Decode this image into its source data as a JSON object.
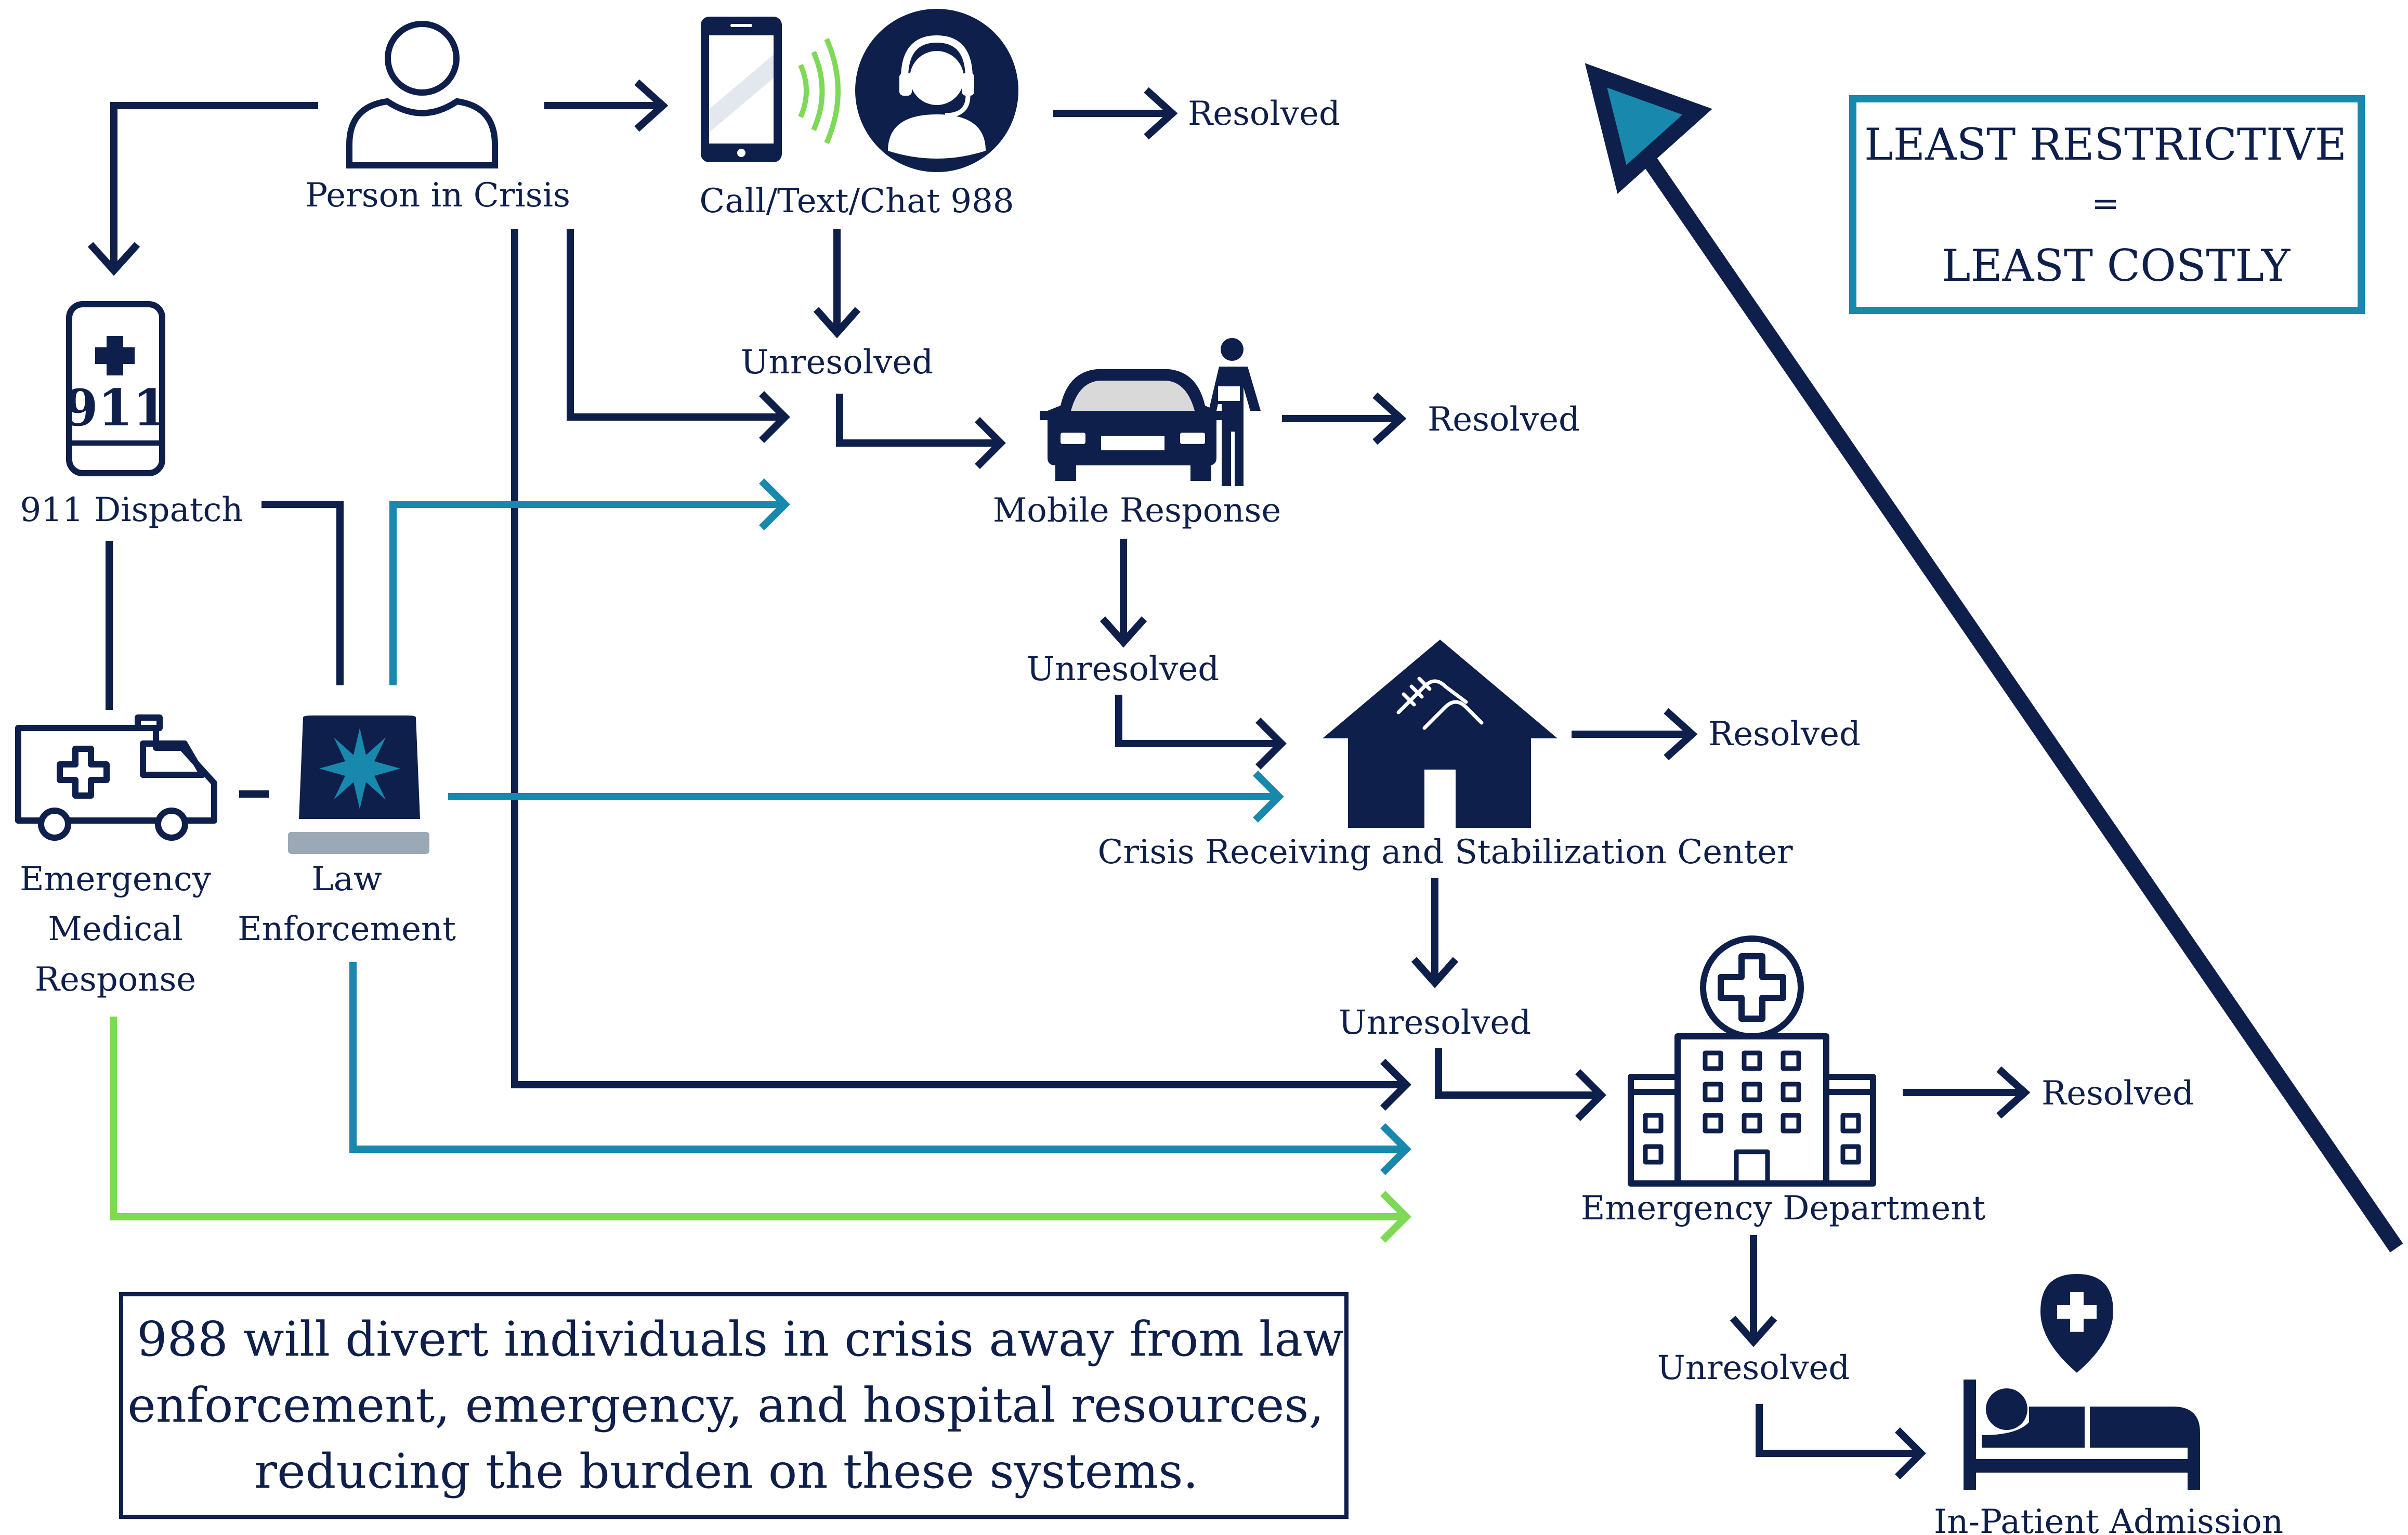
{
  "colors": {
    "navy": "#0f1f4b",
    "teal": "#1889ac",
    "green": "#7ed957",
    "gray": "#9aa9b5",
    "white": "#ffffff"
  },
  "nodes": {
    "person": "Person in Crisis",
    "call988": "Call/Text/Chat 988",
    "dispatch911": "911 Dispatch",
    "ems": [
      "Emergency",
      "Medical",
      "Response"
    ],
    "law": [
      "Law",
      "Enforcement"
    ],
    "mobile": "Mobile Response",
    "crisis_center": "Crisis Receiving and Stabilization Center",
    "ed": "Emergency Department",
    "inpatient": "In-Patient Admission"
  },
  "outcomes": {
    "resolved": "Resolved",
    "unresolved": "Unresolved"
  },
  "icons": {
    "person": "person-icon",
    "phone": "smartphone-icon",
    "headset": "headset-agent-icon",
    "phone911": "911-phone-icon",
    "ambulance": "ambulance-icon",
    "siren": "police-siren-icon",
    "car": "car-icon",
    "responder": "responder-icon",
    "house": "house-handshake-icon",
    "hospital": "hospital-icon",
    "bed": "hospital-bed-icon",
    "pin": "medical-pin-icon"
  },
  "phone911_text": "911",
  "restrictive_box": {
    "line1": "LEAST RESTRICTIVE",
    "line2": "=",
    "line3": "LEAST COSTLY"
  },
  "note": [
    "988 will divert individuals in crisis away from law",
    "enforcement, emergency, and hospital resources,",
    "reducing the burden on these systems."
  ]
}
